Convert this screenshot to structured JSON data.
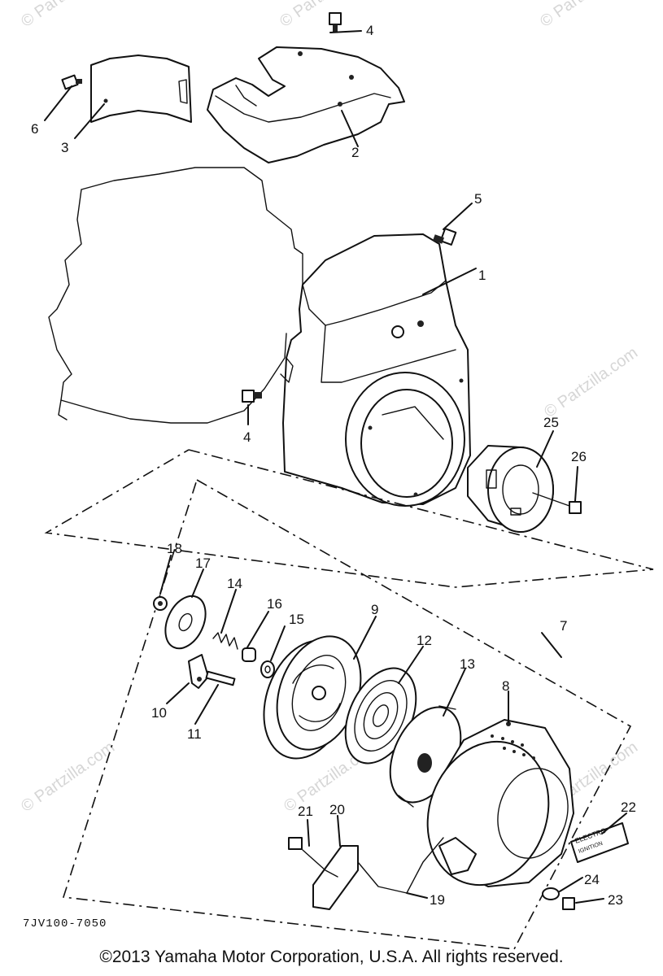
{
  "watermark": "© Partzilla.com",
  "diagram_code": "7JV100-7050",
  "copyright": "©2013  Yamaha Motor Corporation, U.S.A. All rights reserved.",
  "decal_text": [
    "ELECTRO",
    "IGNITION"
  ],
  "callouts": {
    "p1": "1",
    "p2": "2",
    "p3": "3",
    "p4a": "4",
    "p4b": "4",
    "p5": "5",
    "p6": "6",
    "p7": "7",
    "p8": "8",
    "p9": "9",
    "p10": "10",
    "p11": "11",
    "p12": "12",
    "p13": "13",
    "p14": "14",
    "p15": "15",
    "p16": "16",
    "p17": "17",
    "p18": "18",
    "p19": "19",
    "p20": "20",
    "p21": "21",
    "p22": "22",
    "p23": "23",
    "p24": "24",
    "p25": "25",
    "p26": "26"
  }
}
